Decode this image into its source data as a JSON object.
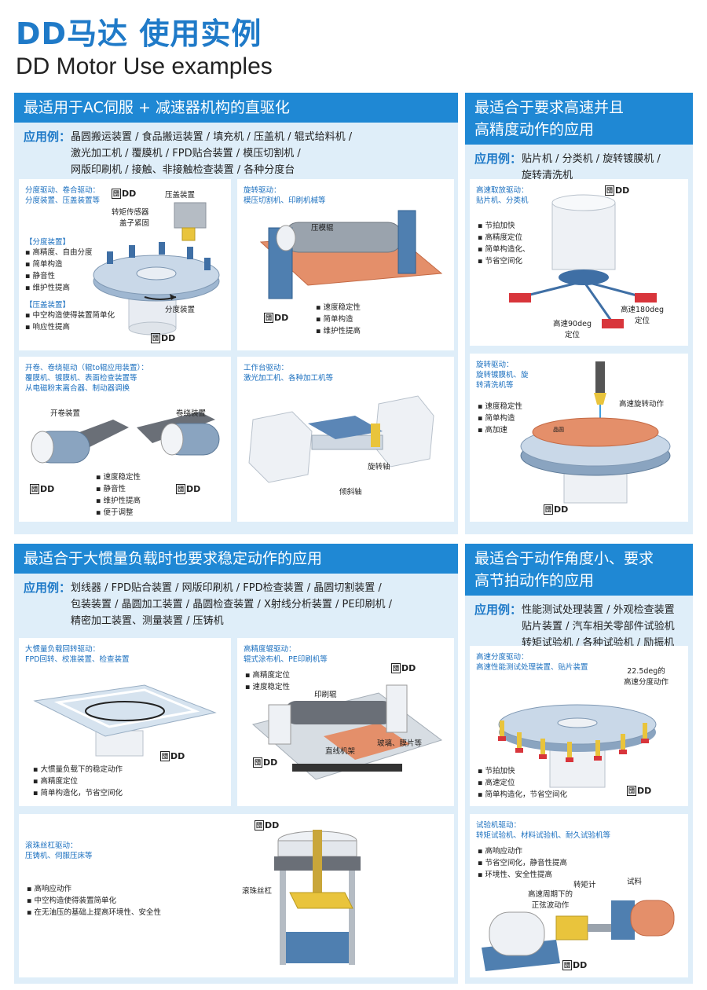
{
  "header": {
    "title_cn": "DD马达 使用实例",
    "title_en": "DD Motor Use examples"
  },
  "dd_label": "DD",
  "sections": {
    "s1": {
      "heading": "最适用于AC伺服 + 减速器机构的直驱化",
      "apps_label": "应用例：",
      "apps_lines": [
        "晶圆搬运装置 / 食品搬运装置 / 填充机 / 压盖机 / 辊式给料机 /",
        "激光加工机 / 覆膜机 / FPD贴合装置 / 模压切割机 /",
        "网版印刷机 / 接触、非接触检查装置 / 各种分度台"
      ]
    },
    "s2": {
      "heading_lines": [
        "最适合于要求高速并且",
        "高精度动作的应用"
      ],
      "apps_label": "应用例：",
      "apps_lines": [
        "贴片机 / 分类机 / 旋转镀膜机 /",
        "旋转清洗机"
      ]
    },
    "s3": {
      "heading": "最适合于大惯量负载时也要求稳定动作的应用",
      "apps_label": "应用例：",
      "apps_lines": [
        "划线器 / FPD贴合装置 / 网版印刷机 / FPD检查装置 / 晶圆切割装置 /",
        "包装装置 / 晶圆加工装置 / 晶圆检查装置 / X射线分析装置 / PE印刷机 /",
        "精密加工装置、测量装置 / 压铸机"
      ]
    },
    "s4": {
      "heading_lines": [
        "最适合于动作角度小、要求",
        "高节拍动作的应用"
      ],
      "apps_label": "应用例：",
      "apps_lines": [
        "性能测试处理装置 / 外观检查装置",
        "贴片装置 / 汽车相关零部件试验机",
        "转矩试验机 / 各种试验机 / 励振机"
      ]
    }
  },
  "panels": {
    "p1": {
      "title_lines": [
        "分度驱动、卷合驱动：",
        "分度装置、压盖装置等"
      ],
      "labels": [
        "压盖装置",
        "转矩传感器",
        "盖子紧固",
        "分度装置"
      ],
      "sub1": "【分度装置】",
      "bul1": [
        "高精度、自由分度",
        "简单构造",
        "静音性",
        "维护性提高"
      ],
      "sub2": "【压盖装置】",
      "bul2": [
        "中空构造使得装置简单化",
        "响应性提高"
      ]
    },
    "p2": {
      "title_lines": [
        "旋转驱动：",
        "模压切割机、印刷机械等"
      ],
      "labels": [
        "压模辊"
      ],
      "bullets": [
        "速度稳定性",
        "简单构造",
        "维护性提高"
      ]
    },
    "p3": {
      "title_lines": [
        "高速取放驱动：",
        "贴片机、分类机"
      ],
      "bullets": [
        "节拍加快",
        "高精度定位",
        "简单构造化、",
        "节省空间化"
      ],
      "labels": [
        "高速90deg",
        "定位",
        "高速180deg",
        "定位"
      ]
    },
    "p4": {
      "title_lines": [
        "开卷、卷绕驱动（辊to辊应用装置）：",
        "覆膜机、镀膜机、表面检查装置等",
        "从电磁粉末离合器、制动器调换"
      ],
      "labels": [
        "开卷装置",
        "卷绕装置"
      ],
      "bullets": [
        "速度稳定性",
        "静音性",
        "维护性提高",
        "便于调整"
      ]
    },
    "p5": {
      "title_lines": [
        "工作台驱动：",
        "激光加工机、各种加工机等"
      ],
      "labels": [
        "旋转轴",
        "倾斜轴"
      ]
    },
    "p6": {
      "title_lines": [
        "旋转驱动：",
        "旋转镀膜机、旋",
        "转清洗机等"
      ],
      "bullets": [
        "速度稳定性",
        "简单构造",
        "高加速"
      ],
      "labels": [
        "高速旋转动作",
        "晶圆"
      ]
    },
    "p7": {
      "title_lines": [
        "大惯量负载回转驱动：",
        "FPD回转、校准装置、检查装置"
      ],
      "bullets": [
        "大惯量负载下的稳定动作",
        "高精度定位",
        "简单构造化，节省空间化"
      ]
    },
    "p8": {
      "title_lines": [
        "高精度辊驱动：",
        "辊式涂布机、PE印刷机等"
      ],
      "bullets": [
        "高精度定位",
        "速度稳定性"
      ],
      "labels": [
        "印刷辊",
        "玻璃、膜片等",
        "直线机架"
      ]
    },
    "p9": {
      "title_lines": [
        "高速分度驱动：",
        "高速性能测试处理装置、贴片装置"
      ],
      "labels": [
        "22.5deg的",
        "高速分度动作"
      ],
      "bullets": [
        "节拍加快",
        "高速定位",
        "简单构造化，节省空间化"
      ]
    },
    "p10": {
      "title_lines": [
        "滚珠丝杠驱动：",
        "压铸机、伺服压床等"
      ],
      "bullets": [
        "高响应动作",
        "中空构造使得装置简单化",
        "在无油压的基础上提高环境性、安全性"
      ],
      "labels": [
        "滚珠丝杠"
      ]
    },
    "p11": {
      "title_lines": [
        "试验机驱动：",
        "转矩试验机、材料试验机、耐久试验机等"
      ],
      "bullets": [
        "高响应动作",
        "节省空间化，静音性提高",
        "环境性、安全性提高"
      ],
      "labels": [
        "转矩计",
        "试料",
        "高速周期下的",
        "正弦波动作"
      ]
    }
  },
  "colors": {
    "accent": "#1f88d4",
    "section_bg": "#dfeef9",
    "motor": "#e8ecf2",
    "gold": "#e9c43c",
    "pad": "#d8353b"
  }
}
